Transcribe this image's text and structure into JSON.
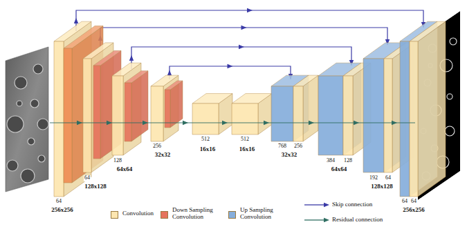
{
  "diagram": {
    "labels": [
      "64",
      "256x256",
      "64",
      "128x128",
      "128",
      "64x64",
      "256",
      "32x32",
      "512",
      "16x16",
      "512",
      "16x16",
      "768",
      "256",
      "32x32",
      "384",
      "128",
      "64x64",
      "192",
      "64",
      "128x128",
      "64",
      "64",
      "256x256"
    ],
    "legend": [
      {
        "text": "Convolution",
        "color": "#fde6b0"
      },
      {
        "text": "Down Sampling Convolution",
        "color": "#e5735c"
      },
      {
        "text": "Up Sampling Convolution",
        "color": "#86aedb"
      },
      {
        "text": "Skip connection"
      },
      {
        "text": "Residual connection"
      }
    ]
  }
}
